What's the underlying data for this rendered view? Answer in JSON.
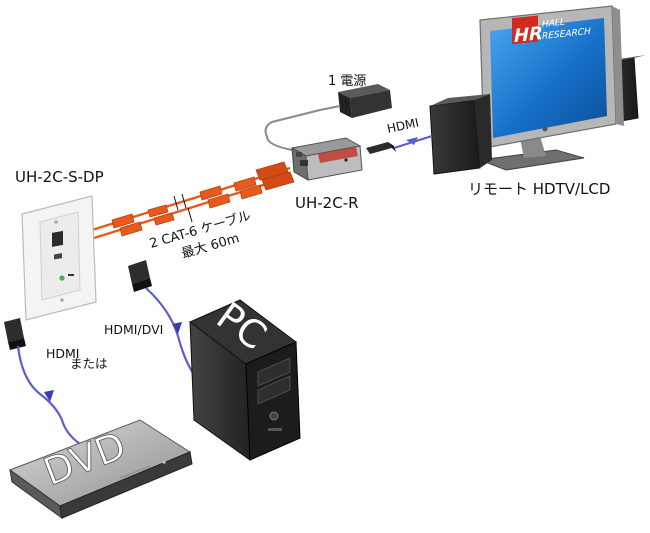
{
  "labels": {
    "psu": "1 電源",
    "receiver": "UH-2C-R",
    "wallplate": "UH-2C-S-DP",
    "remote_display": "リモート HDTV/LCD",
    "hdmi_tv": "HDMI",
    "cable_line1": "2 CAT-6 ケーブル",
    "cable_line2": "最大 60m",
    "hdmi_dvd": "HDMI",
    "or_text": "または",
    "hdmi_dvi_pc": "HDMI/DVI",
    "pc": "PC",
    "dvd": "DVD",
    "brand_line1": "HALL",
    "brand_line2": "RESEARCH",
    "brand_mark": "HR"
  },
  "colors": {
    "cat6": "#e8591c",
    "hdmi_cable": "#5a5cd0",
    "screen": "#1670c8",
    "receiver_accent": "#c0392b"
  }
}
